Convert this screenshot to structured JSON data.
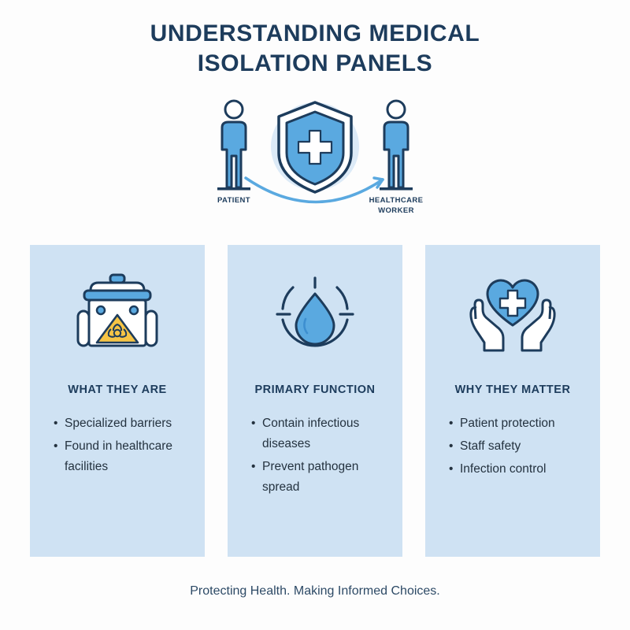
{
  "colors": {
    "background": "#fdfdfd",
    "card_background": "#cfe2f3",
    "navy": "#1d3c5c",
    "blue": "#5aa9e0",
    "blue_dark": "#3d8fd0",
    "body_text": "#24323f",
    "yellow": "#f6c445",
    "halo": "#dceaf7"
  },
  "title": {
    "line1": "UNDERSTANDING MEDICAL",
    "line2": "ISOLATION PANELS"
  },
  "hero": {
    "left_label": "PATIENT",
    "right_label_line1": "HEALTHCARE",
    "right_label_line2": "WORKER",
    "icons": {
      "left_figure": "person-icon",
      "shield": "shield-medical-cross-icon",
      "right_figure": "person-icon",
      "arrow": "curved-arrow-icon"
    }
  },
  "cards": [
    {
      "icon": "biohazard-waste-container-icon",
      "heading": "WHAT THEY ARE",
      "bullets": [
        "Specialized barriers",
        "Found in healthcare facilities"
      ]
    },
    {
      "icon": "droplet-containment-icon",
      "heading": "PRIMARY FUNCTION",
      "bullets": [
        "Contain infectious diseases",
        "Prevent pathogen spread"
      ]
    },
    {
      "icon": "hands-holding-heart-icon",
      "heading": "WHY THEY MATTER",
      "bullets": [
        "Patient protection",
        "Staff safety",
        "Infection control"
      ]
    }
  ],
  "footer": {
    "tagline": "Protecting Health. Making Informed Choices."
  }
}
